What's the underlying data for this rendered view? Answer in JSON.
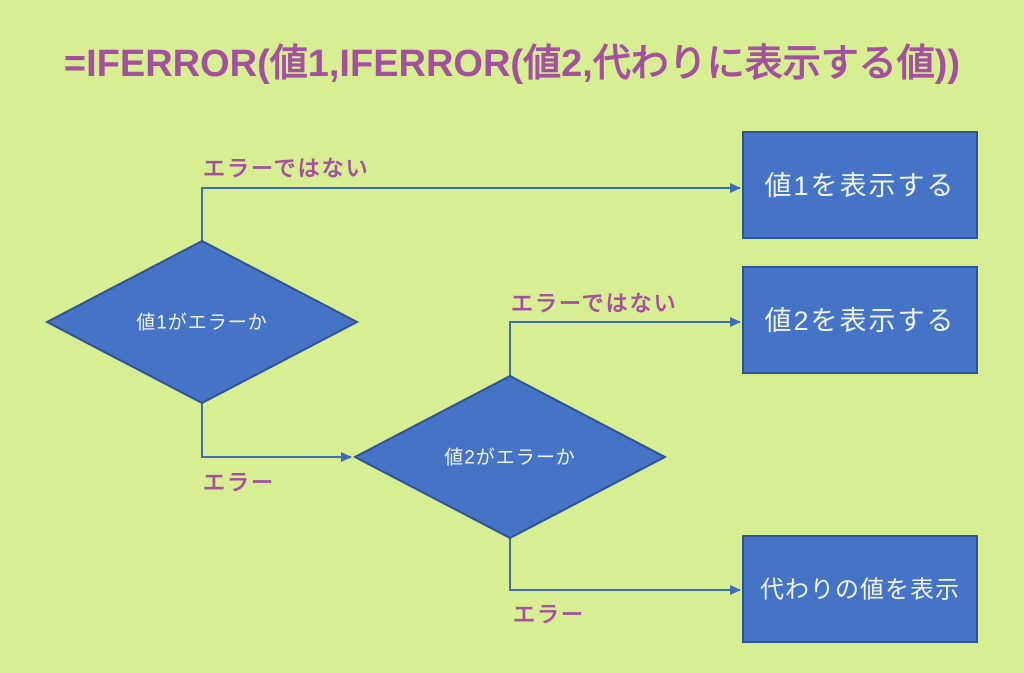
{
  "title": "=IFERROR(値1,IFERROR(値2,代わりに表示する値))",
  "colors": {
    "background": "#d8ee92",
    "node_fill": "#4573c6",
    "node_border": "#2e5395",
    "connector": "#3f6cba",
    "label_text": "#a3519f",
    "node_text": "#f0f4fb"
  },
  "flowchart": {
    "decisions": [
      {
        "label": "値1がエラーか"
      },
      {
        "label": "値2がエラーか"
      }
    ],
    "results": [
      {
        "label": "値1を表示する"
      },
      {
        "label": "値2を表示する"
      },
      {
        "label": "代わりの値を表示"
      }
    ],
    "edge_labels": [
      {
        "text": "エラーではない"
      },
      {
        "text": "エラー"
      },
      {
        "text": "エラーではない"
      },
      {
        "text": "エラー"
      }
    ]
  }
}
